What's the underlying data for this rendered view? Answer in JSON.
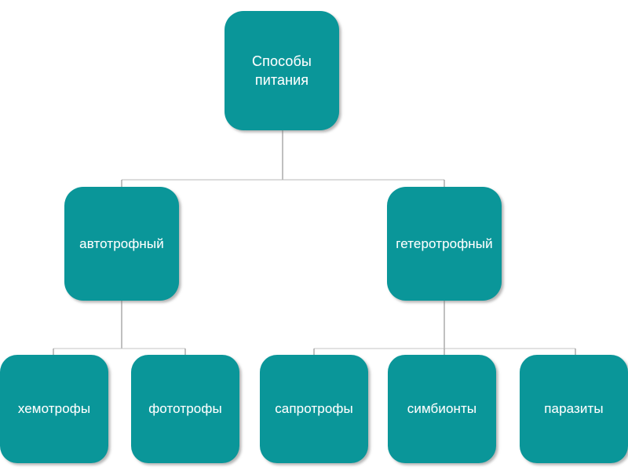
{
  "diagram": {
    "type": "hierarchy-tree",
    "title": "Способы питания",
    "background_color": "#FFFFFF",
    "node_color": "#0A9699",
    "node_text_color": "#FFFFFF",
    "connector_color": "#808080",
    "levels": 3
  },
  "root": {
    "label_line1": "Способы",
    "label_line2": "питания",
    "label_full": "Способы питания"
  },
  "level2": {
    "nodes": [
      {
        "id": "autotroph",
        "label": "автотрофный"
      },
      {
        "id": "heterotroph",
        "label": "гетеротрофный"
      }
    ]
  },
  "level3": {
    "nodes": [
      {
        "id": "chemotrophs",
        "label": "хемотрофы",
        "parent": "autotroph"
      },
      {
        "id": "phototrophs",
        "label": "фототрофы",
        "parent": "autotroph"
      },
      {
        "id": "saprotrophs",
        "label": "сапротрофы",
        "parent": "heterotroph"
      },
      {
        "id": "symbionts",
        "label": "симбионты",
        "parent": "heterotroph"
      },
      {
        "id": "parasites",
        "label": "паразиты",
        "parent": "heterotroph"
      }
    ]
  }
}
